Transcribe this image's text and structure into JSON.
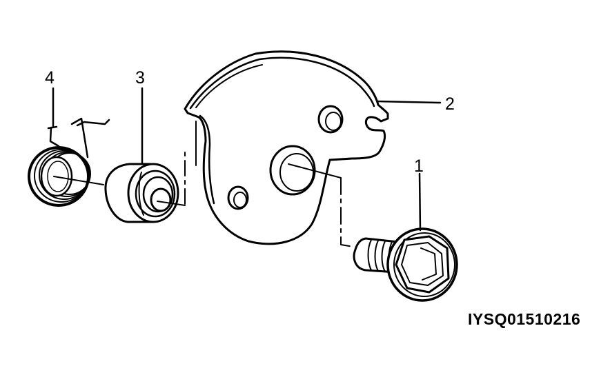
{
  "callouts": {
    "part1": "1",
    "part2": "2",
    "part3": "3",
    "part4": "4"
  },
  "reference_code": "IYSQ01510216",
  "colors": {
    "ink": "#000000",
    "paper": "#ffffff"
  }
}
